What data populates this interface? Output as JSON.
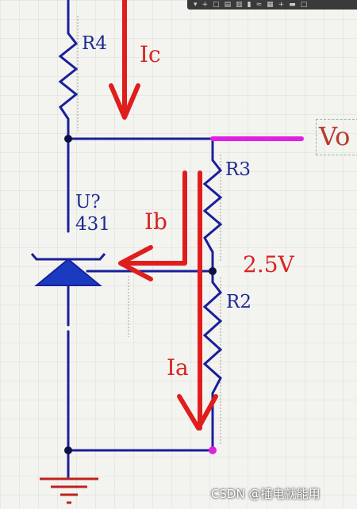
{
  "labels": {
    "r4": "R4",
    "ic": "Ic",
    "vo": "Vo",
    "r3": "R3",
    "u": "U?",
    "part": "431",
    "ib": "Ib",
    "voltage": "2.5V",
    "r2": "R2",
    "ia": "Ia"
  },
  "toolbar": {
    "icons": [
      "▾",
      "+",
      "□",
      "▤",
      "▥",
      "▮",
      "≈",
      "▦",
      "+",
      "▬",
      "□"
    ]
  },
  "watermark": "CSDN @插电就能用",
  "colors": {
    "wire": "#1a1f9a",
    "vo_wire": "#e020e0",
    "current_arrow": "#e01d1d",
    "ground": "#c0201d",
    "node": "#0d1240"
  }
}
